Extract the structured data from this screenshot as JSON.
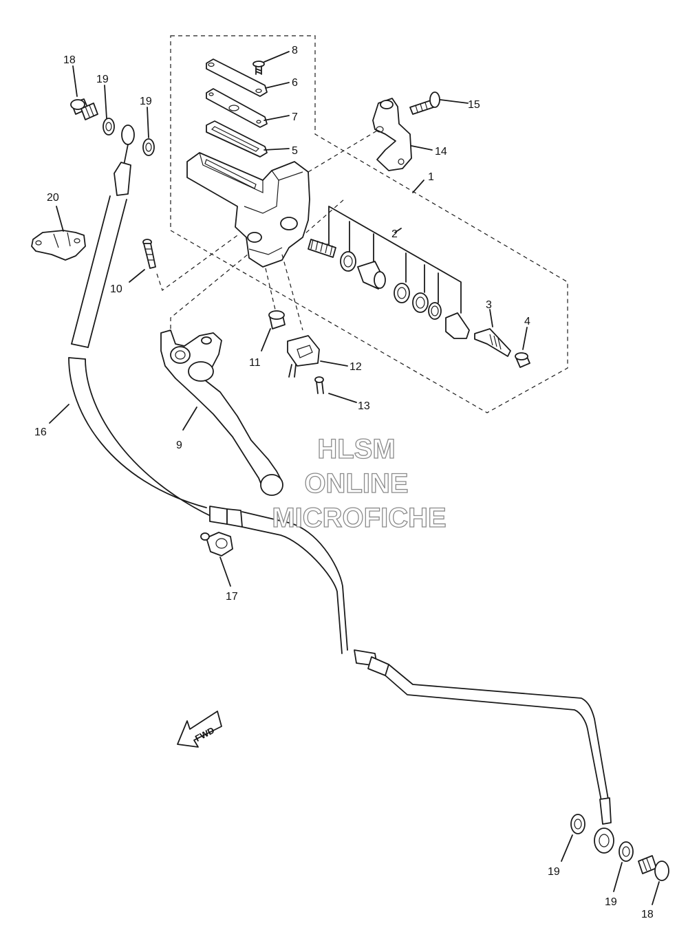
{
  "watermark": {
    "line1": "HLSM",
    "line2": "ONLINE",
    "line3": "MICROFICHE"
  },
  "direction_arrow": {
    "label": "FWD",
    "icon": "fwd-arrow-icon"
  },
  "callouts": {
    "c1": "1",
    "c2": "2",
    "c3": "3",
    "c4": "4",
    "c5": "5",
    "c6": "6",
    "c7": "7",
    "c8": "8",
    "c9": "9",
    "c10": "10",
    "c11": "11",
    "c12": "12",
    "c13": "13",
    "c14": "14",
    "c15": "15",
    "c16": "16",
    "c17": "17",
    "c18a": "18",
    "c18b": "18",
    "c19a": "19",
    "c19b": "19",
    "c19c": "19",
    "c19d": "19",
    "c20": "20"
  },
  "colors": {
    "line": "#1a1a1a",
    "background": "#ffffff",
    "watermark_outline": "#8a8a8a"
  }
}
